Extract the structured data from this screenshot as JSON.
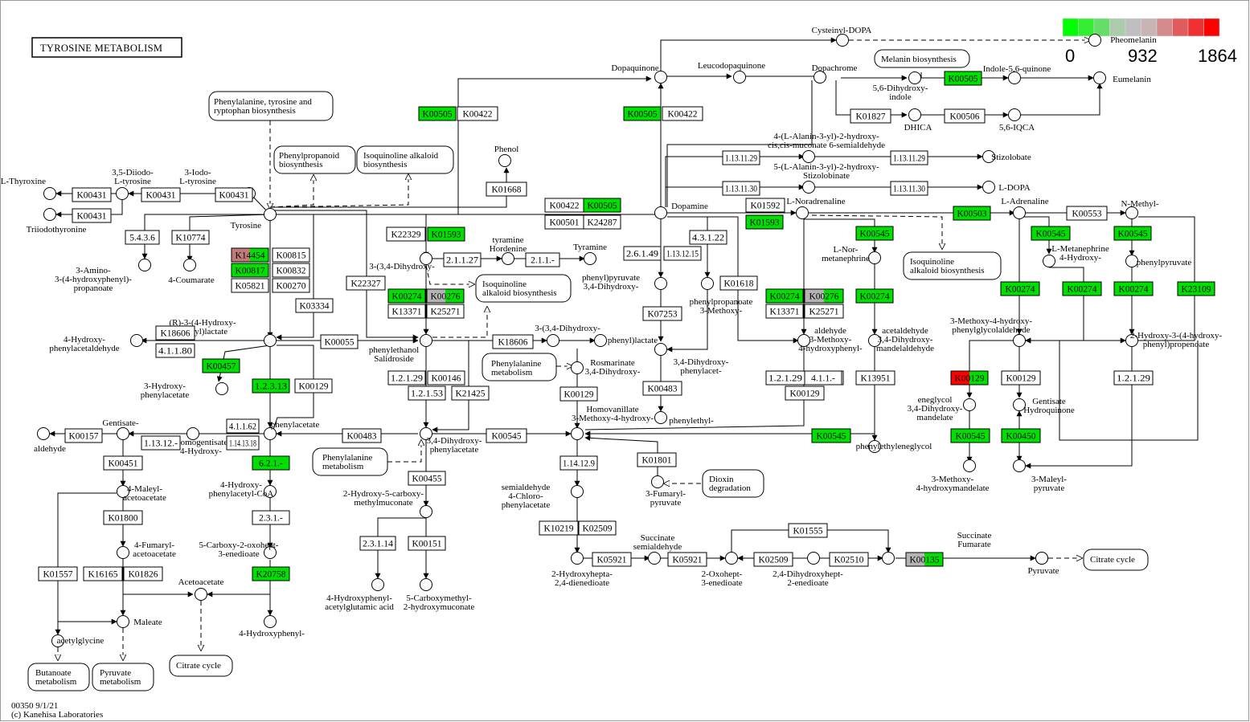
{
  "title": "TYROSINE METABOLISM",
  "footer": {
    "line1": "00350 9/1/21",
    "line2": "(c) Kanehisa Laboratories"
  },
  "legend": {
    "min": "0",
    "mid": "932",
    "max": "1864",
    "colors": [
      "#00ff00",
      "#33ee33",
      "#66dd66",
      "#aaccaa",
      "#bfbfbf",
      "#c8b4b4",
      "#d48a8a",
      "#e05c5c",
      "#ee3030",
      "#ff0000"
    ]
  },
  "colors": {
    "green": "#00e000",
    "gray": "#b4b4b4",
    "red": "#ff0000",
    "pink": "#c07a7a",
    "white": "#ffffff"
  },
  "compounds": [
    "L-Thyroxine",
    "3,5-Diiodo-",
    "L-tyrosine",
    "3-Iodo-",
    "L-tyrosine",
    "Triiodothyronine",
    "Tyrosine",
    "3-Amino-",
    "3-(4-hydroxyphenyl)-",
    "propanoate",
    "4-Coumarate",
    "Phenol",
    "Dopaquinone",
    "Leucodopaquinone",
    "Cysteinyl-DOPA",
    "Pheomelanin",
    "Dopachrome",
    "5,6-Dihydroxy-",
    "indole",
    "Indole-5,6-quinone",
    "Eumelanin",
    "DHICA",
    "5,6-IQCA",
    "4-(L-Alanin-3-yl)-2-hydroxy-",
    "cis,cis-muconate 6-semialdehyde",
    "Stizolobate",
    "5-(L-Alanin-3-yl)-2-hydroxy-",
    "Stizolobinate",
    "L-DOPA",
    "Dopamine",
    "L-Noradrenaline",
    "L-Adrenaline",
    "N-Methyl-",
    "tyramine",
    "Hordenine",
    "Tyramine",
    "3-(3,4-Dihydroxy-",
    "phenyl)pyruvate",
    "3,4-Dihydroxy-",
    "phenylpropanoate",
    "3-Methoxy-",
    "L-Nor-",
    "metanephrine",
    "L-Metanephrine",
    "4-Hydroxy-",
    "phenylpyruvate",
    "(R)-3-(4-Hydroxy-",
    "phenyl)lactate",
    "4-Hydroxy-",
    "phenylacetaldehyde",
    "phenylethanol",
    "Salidroside",
    "3-(3,4-Dihydroxy-",
    "phenyl)lactate",
    "3,4-Dihydroxy-",
    "phenylacet-",
    "aldehyde",
    "3-Methoxy-",
    "4-hydroxyphenyl-",
    "acetaldehyde",
    "3,4-Dihydroxy-",
    "mandelaldehyde",
    "3-Methoxy-4-hydroxy-",
    "phenylglycolaldehyde",
    "2-Hydroxy-3-(4-hydroxy-",
    "phenyl)propenoate",
    "3-Hydroxy-",
    "phenylacetate",
    "Rosmarinate",
    "3,4-Dihydroxy-",
    "phenylethyl-",
    "eneglycol",
    "3,4-Dihydroxy-",
    "mandelate",
    "Gentisate",
    "Hydroquinone",
    "Gentisate-",
    "aldehyde",
    "Homogentisate",
    "4-Hydroxy-",
    "phenylacetate",
    "3,4-Dihydroxy-",
    "phenylacetate",
    "Homovanillate",
    "3-Methoxy-4-hydroxy-",
    "phenylethyleneglycol",
    "3-Methoxy-",
    "4-hydroxymandelate",
    "3-Maleyl-",
    "pyruvate",
    "4-Maleyl-",
    "acetoacetate",
    "4-Hydroxy-",
    "phenylacetyl-CoA",
    "2-Hydroxy-5-carboxy-",
    "methylmuconate",
    "semialdehyde",
    "4-Chloro-",
    "phenylacetate",
    "3-Fumaryl-",
    "pyruvate",
    "4-Fumaryl-",
    "acetoacetate",
    "5-Carboxy-2-oxohept-",
    "3-enedioate",
    "Succinate",
    "semialdehyde",
    "Succinate",
    "Fumarate",
    "Pyruvate",
    "Acetoacetate",
    "Maleate",
    "4-Hydroxyphenyl-",
    "acetylglycine",
    "4-Hydroxyphenyl-",
    "acetylglutamic acid",
    "5-Carboxymethyl-",
    "2-hydroxymuconate",
    "2-Hydroxyhepta-",
    "2,4-dienedioate",
    "2-Oxohept-",
    "3-enedioate",
    "2,4-Dihydroxyhept-",
    "2-enedioate"
  ],
  "maps": [
    "Phenylalanine, tyrosine and",
    "ryptophan biosynthesis",
    "Phenylpropanoid",
    "biosynthesis",
    "Isoquinoline alkaloid",
    "biosynthesis",
    "Melanin biosynthesis",
    "Isoquinoline",
    "alkaloid biosynthesis",
    "Isoquinoline",
    "alkaloid biosynthesis",
    "Phenylalanine",
    "metabolism",
    "Phenylalanine",
    "metabolism",
    "Dioxin",
    "degradation",
    "Citrate cycle",
    "Butanoate",
    "metabolism",
    "Pyruvate",
    "metabolism",
    "Citrate cycle"
  ],
  "enzymes": [
    "K00505",
    "K00422",
    "K00505",
    "K00422",
    "K01827",
    "K00506",
    "K00505",
    "1.13.11.29",
    "1.13.11.29",
    "1.13.11.30",
    "1.13.11.30",
    "K01668",
    "K00422",
    "K00505",
    "K00501",
    "K24287",
    "K01592",
    "K01593",
    "K00503",
    "K00553",
    "K00431",
    "K00431",
    "K00431",
    "K00431",
    "5.4.3.6",
    "K10774",
    "K22329",
    "K01593",
    "2.1.1.27",
    "2.1.1.-",
    "2.6.1.49",
    "1.13.12.15",
    "4.3.1.22",
    "K00545",
    "K00545",
    "K00545",
    "K14454",
    "K00815",
    "K00817",
    "K00832",
    "K05821",
    "K00270",
    "K22327",
    "K03334",
    "K00274",
    "K00276",
    "K13371",
    "K25271",
    "K01618",
    "K00274",
    "K00276",
    "K13371",
    "K25271",
    "K00274",
    "K00274",
    "K00274",
    "K00274",
    "K23109",
    "K18606",
    "4.1.1.80",
    "K00055",
    "K18606",
    "K07253",
    "K00457",
    "1.2.3.13",
    "K00129",
    "1.2.1.29",
    "K00146",
    "1.2.1.53",
    "K21425",
    "K00483",
    "K00129",
    "1.2.1.29",
    "K00146",
    "K00129",
    "K13951",
    "K00129",
    "K00129",
    "1.2.1.29",
    "4.1.1.-",
    "4.1.1.62",
    "K00157",
    "1.13.12.-",
    "1.14.13.18",
    "K00483",
    "K00545",
    "K00545",
    "K00545",
    "K00450",
    "K00451",
    "6.2.1.-",
    "K00455",
    "1.14.12.9",
    "K01801",
    "K01800",
    "2.3.1.-",
    "2.3.1.14",
    "K00151",
    "K10219",
    "K02509",
    "K01555",
    "K20758",
    "K01557",
    "K16165",
    "K01826",
    "K05921",
    "K05921",
    "K02509",
    "K02510",
    "K00135"
  ]
}
